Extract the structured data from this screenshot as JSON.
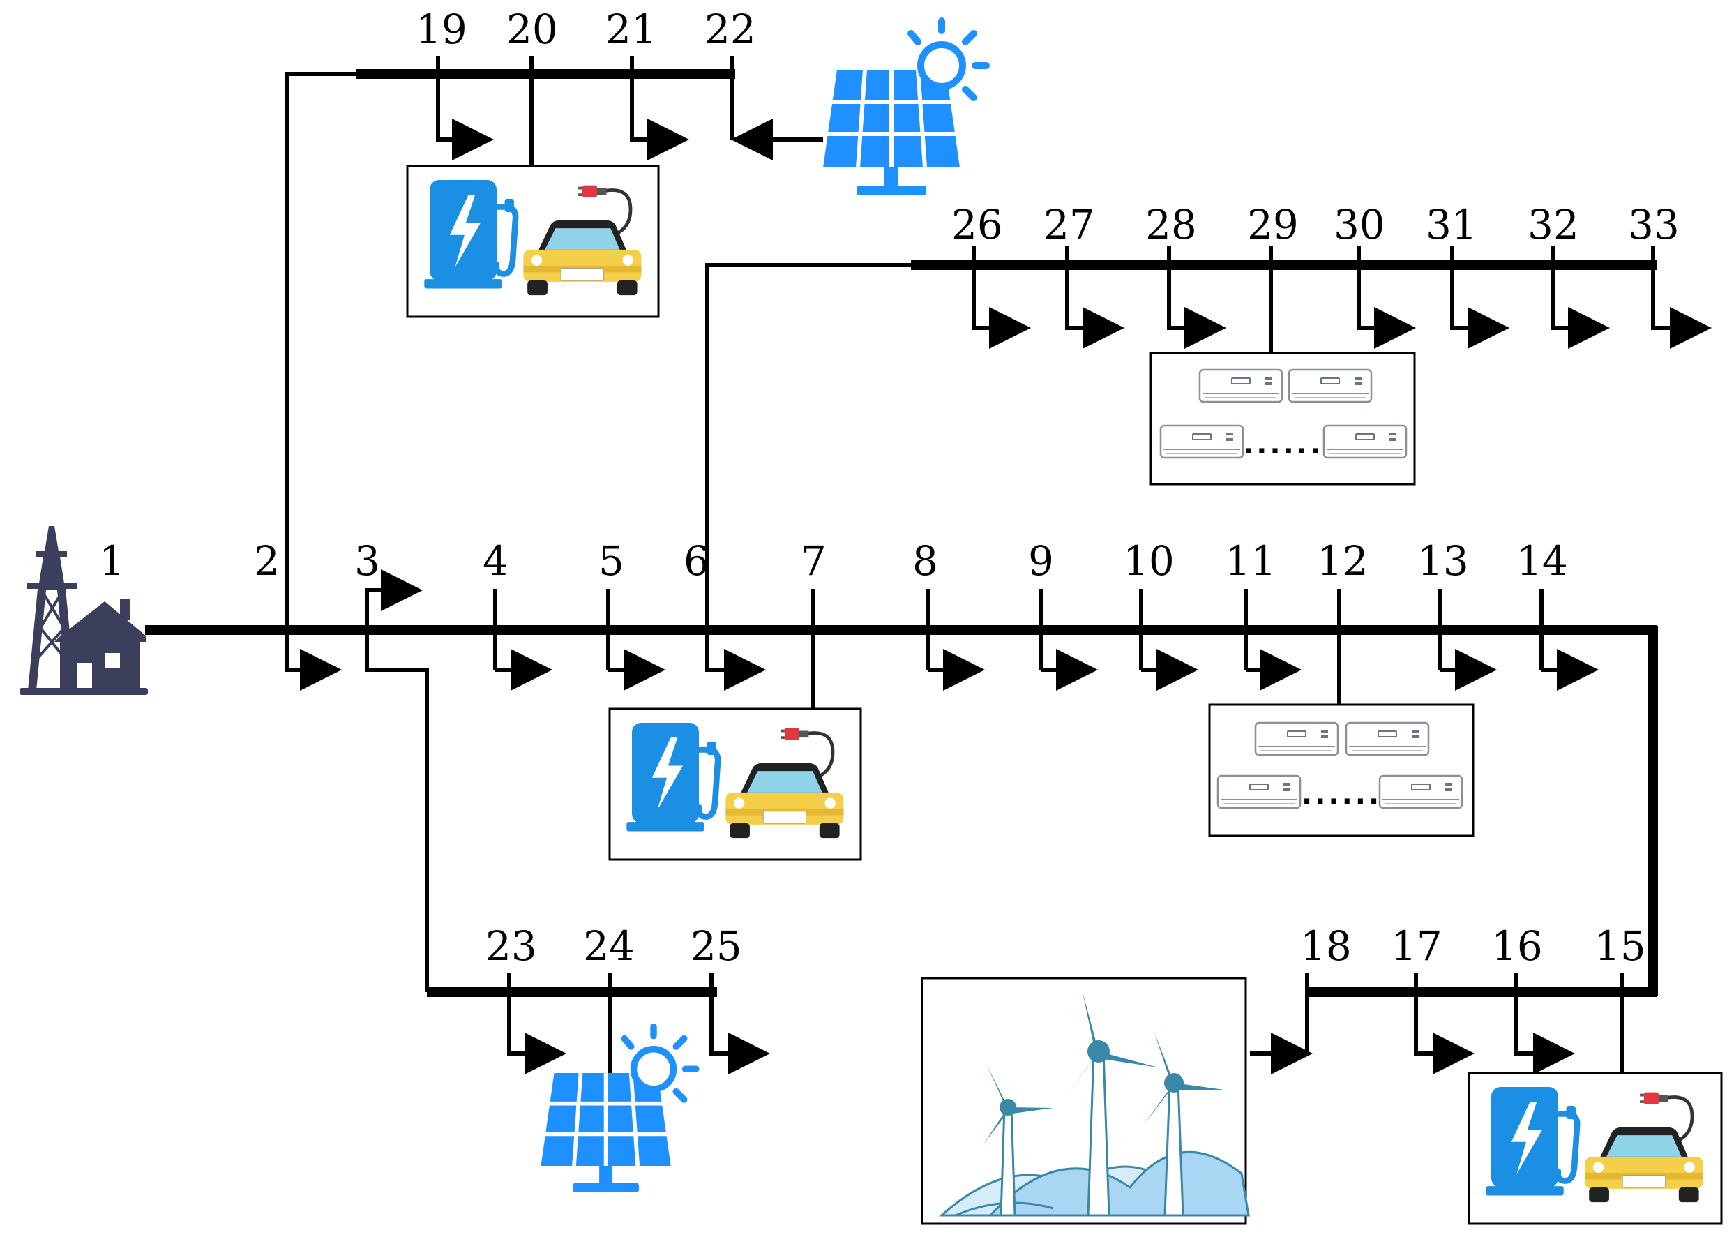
{
  "buses": [
    "1",
    "2",
    "3",
    "4",
    "5",
    "6",
    "7",
    "8",
    "9",
    "10",
    "11",
    "12",
    "13",
    "14",
    "15",
    "16",
    "17",
    "18",
    "19",
    "20",
    "21",
    "22",
    "23",
    "24",
    "25",
    "26",
    "27",
    "28",
    "29",
    "30",
    "31",
    "32",
    "33"
  ],
  "ac_group_separator": "......",
  "colors": {
    "line": "#000000",
    "substation": "#3b3f5c",
    "pv_panel": "#1e90ff",
    "pv_sun": "#1e90ff",
    "charger": "#1a8fe3",
    "car_body": "#f5cf4a",
    "car_window": "#8fd3e8",
    "wind_turbine": "#3a87a8",
    "hill_light": "#d6ecfa",
    "hill_mid": "#a9d6f3"
  },
  "icons": {
    "substation": "substation-tower-house-icon",
    "ev_charger": "ev-charging-station-icon",
    "pv": "solar-panel-icon",
    "ac": "air-conditioner-icon",
    "wind": "wind-farm-icon",
    "load": "load-arrow-icon"
  }
}
